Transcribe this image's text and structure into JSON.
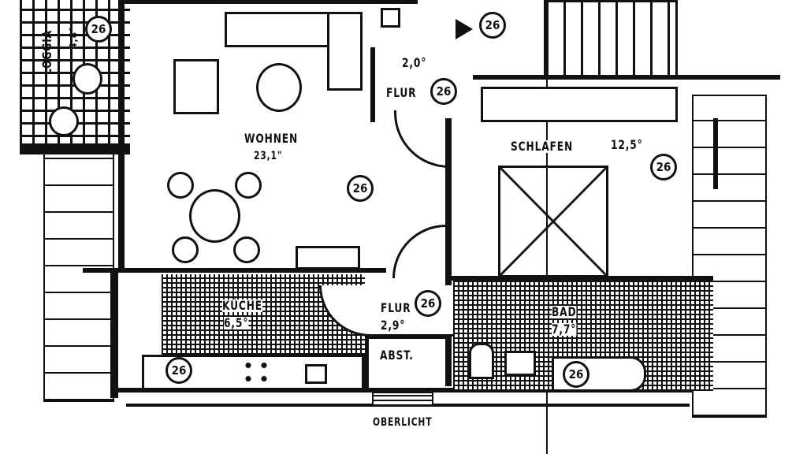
{
  "rooms": {
    "loggia": {
      "name": "LOGGIA",
      "area": "4,8°"
    },
    "wohnen": {
      "name": "WOHNEN",
      "area": "23,1\""
    },
    "flur_top": {
      "name": "FLUR",
      "area": "2,0°"
    },
    "schlafen": {
      "name": "SCHLAFEN",
      "area": "12,5°"
    },
    "kueche": {
      "name": "KÜCHE",
      "area": "6,5°"
    },
    "flur_bottom": {
      "name": "FLUR",
      "area": "2,9°"
    },
    "abst": {
      "name": "ABST."
    },
    "bad": {
      "name": "BAD",
      "area": "7,7°"
    }
  },
  "annotations": {
    "oberlicht": "OBERLICHT",
    "marker": "26"
  }
}
